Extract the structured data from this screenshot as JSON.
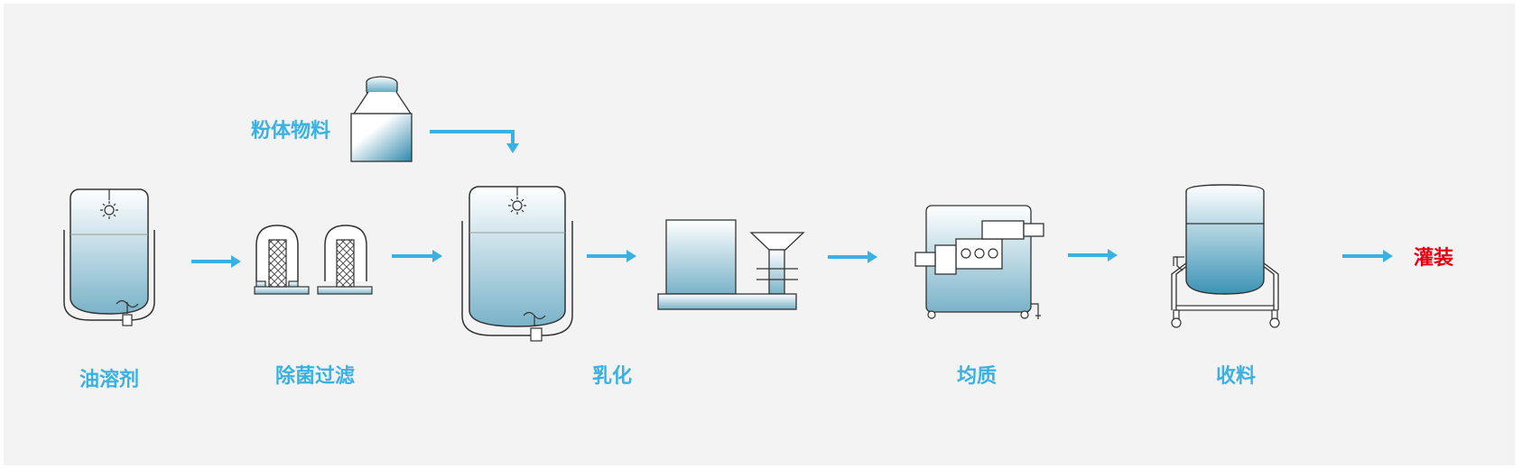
{
  "steps": {
    "oil_solvent": "油溶剂",
    "sterile_filtration": "除菌过滤",
    "emulsification": "乳化",
    "homogenization": "均质",
    "collection": "收料",
    "filling": "灌装"
  },
  "inputs": {
    "powder": "粉体物料"
  },
  "colors": {
    "label": "#3bb0e3",
    "filling_label": "#e60012",
    "arrow": "#3bb0e3",
    "outline": "#333333",
    "liquid_top": "#ffffff",
    "liquid_bottom": "#7ab3c9",
    "background": "#f3f3f3"
  }
}
